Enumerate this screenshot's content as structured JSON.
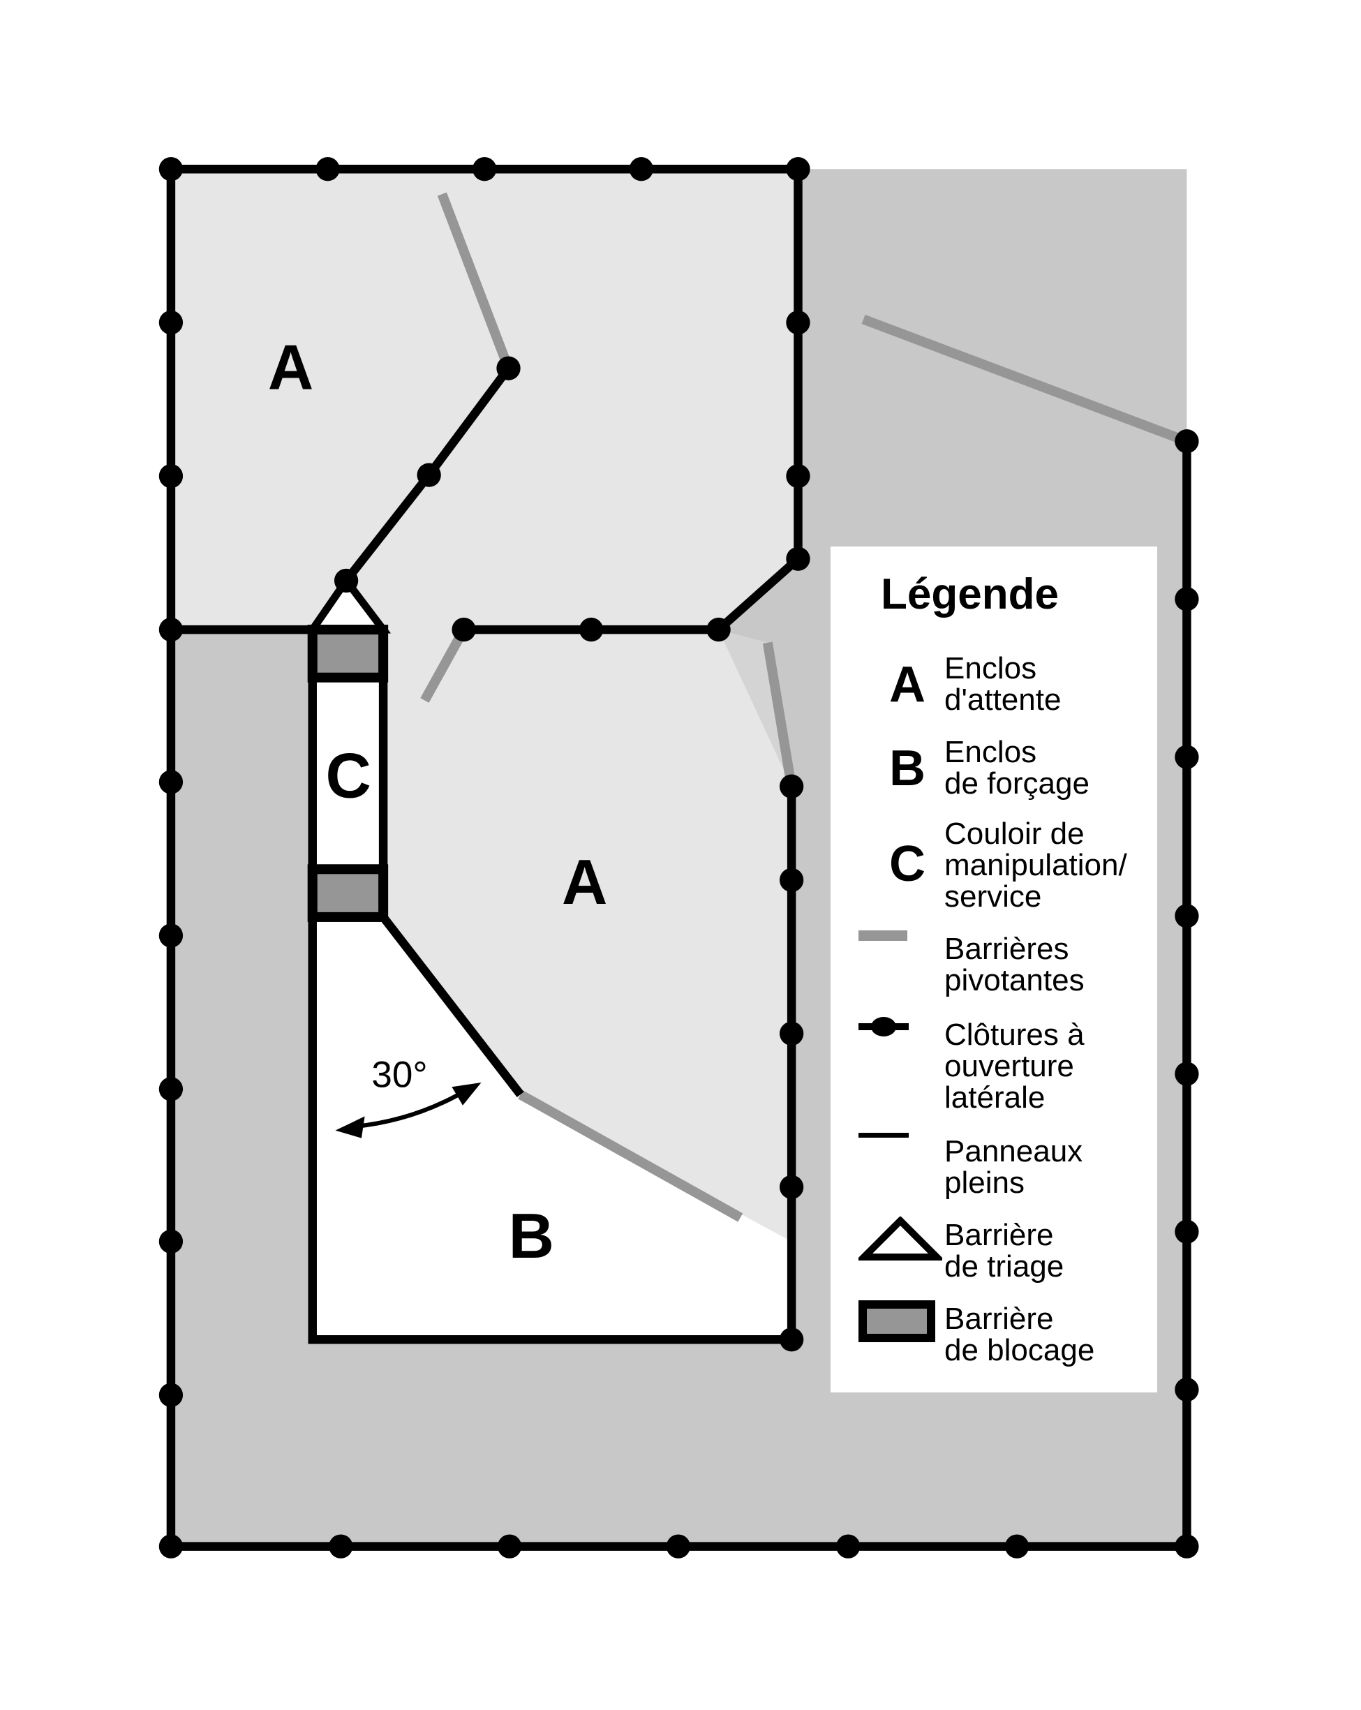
{
  "diagram": {
    "type": "livestock handling facility layout",
    "zones": [
      {
        "id": "A-top",
        "label": "A"
      },
      {
        "id": "A-mid",
        "label": "A"
      },
      {
        "id": "B",
        "label": "B"
      },
      {
        "id": "C",
        "label": "C"
      }
    ],
    "angle_annotation": "30°",
    "colors": {
      "outer_yard": "#c8c8c8",
      "holding_pen": "#e6e6e6",
      "swing_gate": "#969696",
      "blocking_gate_fill": "#969696",
      "fence": "#000000",
      "background": "#ffffff"
    }
  },
  "legend": {
    "title": "Légende",
    "items": [
      {
        "symbol": "A",
        "label": "Enclos\nd'attente"
      },
      {
        "symbol": "B",
        "label": "Enclos\nde forçage"
      },
      {
        "symbol": "C",
        "label": "Couloir de\nmanipulation/\nservice"
      },
      {
        "symbol": "swing-gate",
        "label": "Barrières\npivotantes"
      },
      {
        "symbol": "side-opening-fence",
        "label": "Clôtures à\nouverture\nlatérale"
      },
      {
        "symbol": "solid-panel",
        "label": "Panneaux\npleins"
      },
      {
        "symbol": "sorting-gate",
        "label": "Barrière\nde triage"
      },
      {
        "symbol": "blocking-gate",
        "label": "Barrière\nde blocage"
      }
    ]
  }
}
